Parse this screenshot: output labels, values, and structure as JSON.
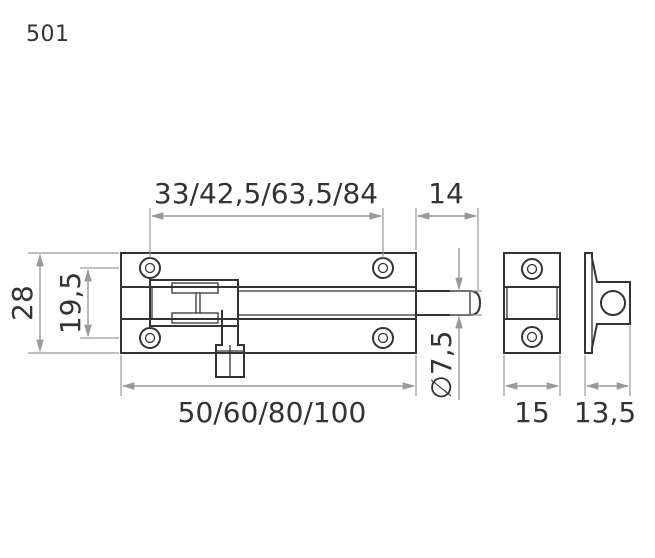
{
  "model_code": "501",
  "dimensions": {
    "screw_spacing": "33/42,5/63,5/84",
    "bolt_protrusion": "14",
    "height": "28",
    "inner_height": "19,5",
    "length": "50/60/80/100",
    "bolt_diameter": "∅7,5",
    "keeper_width": "15",
    "keeper_depth": "13,5"
  },
  "colors": {
    "outline": "#333333",
    "dimension_line": "#999999"
  }
}
